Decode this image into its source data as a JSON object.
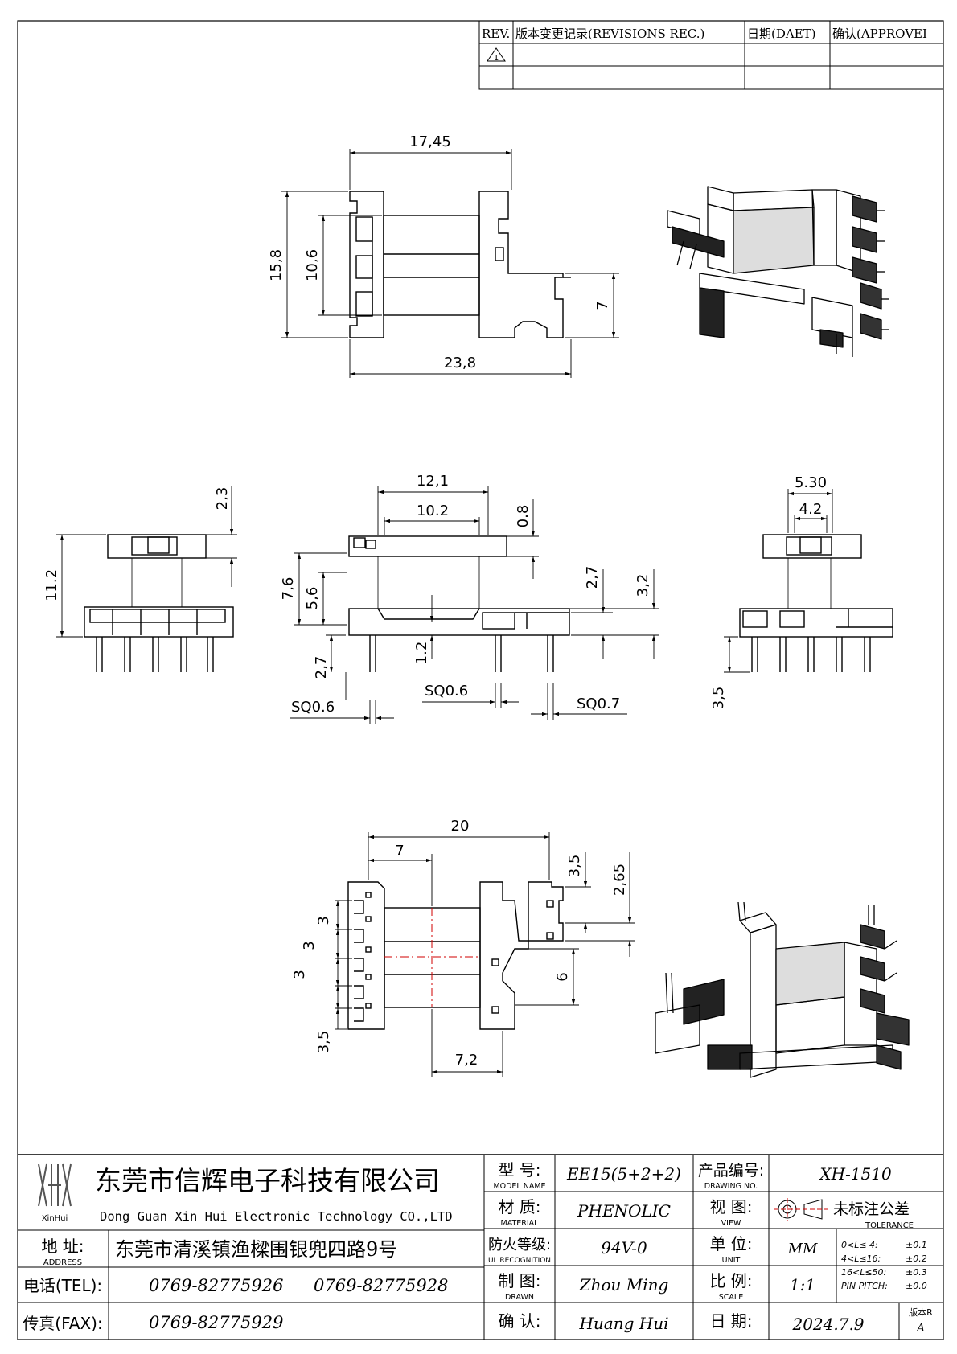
{
  "revision_table": {
    "headers": [
      "REV.",
      "版本变更记录(REVISIONS REC.)",
      "日期(DAET)",
      "确认(APPROVEI"
    ],
    "rows": [
      [
        "",
        "",
        "",
        ""
      ],
      [
        "",
        "",
        "",
        ""
      ]
    ]
  },
  "dimensions": {
    "top_view": {
      "width_top": "17,45",
      "width_bottom": "23,8",
      "height_outer": "15,8",
      "height_inner": "10,6",
      "height_right": "7"
    },
    "front_view": {
      "w_outer": "12,1",
      "w_inner": "10.2",
      "flange_thk": "0.8",
      "h_total": "7,6",
      "h_inner": "5,6",
      "h_right_a": "2,7",
      "h_right_b": "3,2",
      "center": "1.2",
      "pin_len": "2,7",
      "sq_left": "SQ0.6",
      "sq_mid": "SQ0.6",
      "sq_right": "SQ0.7"
    },
    "left_view": {
      "h_top": "2,3",
      "h_total": "11.2"
    },
    "right_view": {
      "w_outer": "5.30",
      "w_inner": "4.2",
      "pin_len": "3,5"
    },
    "bottom_view": {
      "width": "20",
      "offset": "7",
      "pitch_1": "3",
      "pitch_2": "3",
      "pitch_3": "3",
      "edge": "3,5",
      "right_pitch": "3,5",
      "right_off": "2,65",
      "right_h": "6",
      "base": "7,2"
    }
  },
  "title_block": {
    "company_cn": "东莞市信辉电子科技有限公司",
    "company_en": "Dong Guan Xin Hui Electronic Technology CO.,LTD",
    "logo_text": "XinHui",
    "address_label": "地  址:",
    "address_label_en": "ADDRESS",
    "address": "东莞市清溪镇渔樑围银兜四路9号",
    "tel_label": "电话(TEL):",
    "tel1": "0769-82775926",
    "tel2": "0769-82775928",
    "fax_label": "传真(FAX):",
    "fax": "0769-82775929",
    "model_label": "型  号:",
    "model_label_en": "MODEL NAME",
    "model": "EE15(5+2+2)",
    "material_label": "材  质:",
    "material_label_en": "MATERIAL",
    "material": "PHENOLIC",
    "fire_label": "防火等级:",
    "fire_label_en": "UL RECOGNITION",
    "fire": "94V-0",
    "drawn_label": "制  图:",
    "drawn_label_en": "DRAWN",
    "drawn": "Zhou Ming",
    "check_label": "确  认:",
    "check": "Huang Hui",
    "product_label": "产品编号:",
    "product_label_en": "DRAWING NO.",
    "product_no": "XH-1510",
    "view_label": "视  图:",
    "view_label_en": "VIEW",
    "unit_label": "单  位:",
    "unit_label_en": "UNIT",
    "unit": "MM",
    "scale_label": "比  例:",
    "scale_label_en": "SCALE",
    "scale": "1:1",
    "date_label": "日  期:",
    "date": "2024.7.9",
    "tolerance_cn": "未标注公差",
    "tolerance_en": "TOLERANCE",
    "tolerances": [
      {
        "range": "0<L≤ 4:",
        "value": "±0.1"
      },
      {
        "range": "4<L≤16:",
        "value": "±0.2"
      },
      {
        "range": "16<L≤50:",
        "value": "±0.3"
      },
      {
        "range": "PIN PITCH:",
        "value": "±0.0"
      }
    ],
    "version_label": "版本R",
    "version": "A"
  }
}
